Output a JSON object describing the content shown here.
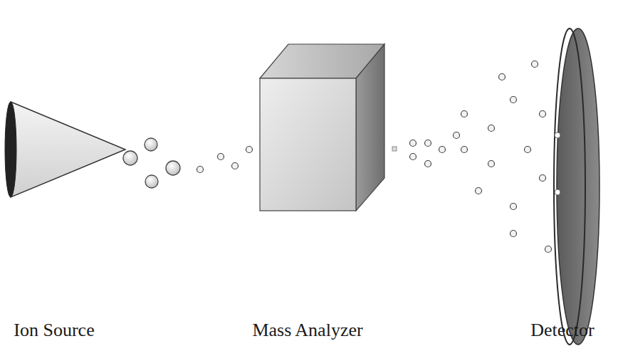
{
  "diagram": {
    "labels": [
      "Ion Source",
      "Mass Analyzer",
      "Detector"
    ]
  }
}
